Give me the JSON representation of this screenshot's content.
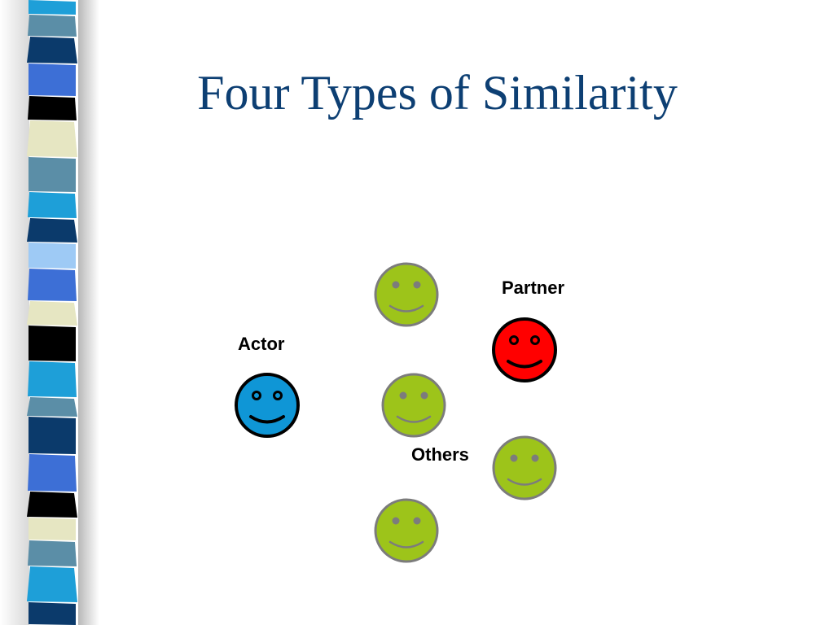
{
  "slide": {
    "title": "Four Types of Similarity"
  },
  "labels": {
    "partner": "Partner",
    "actor": "Actor",
    "others": "Others"
  },
  "faces": [
    {
      "role": "others",
      "color": "#9dc41a",
      "outline": "#7c7c7c",
      "feature": "#7c7c7c"
    },
    {
      "role": "partner",
      "color": "#ff0000",
      "outline": "#000000",
      "feature": "#000000"
    },
    {
      "role": "actor",
      "color": "#0f96d6",
      "outline": "#000000",
      "feature": "#000000"
    },
    {
      "role": "others",
      "color": "#9dc41a",
      "outline": "#7c7c7c",
      "feature": "#7c7c7c"
    },
    {
      "role": "others",
      "color": "#9dc41a",
      "outline": "#7c7c7c",
      "feature": "#7c7c7c"
    },
    {
      "role": "others",
      "color": "#9dc41a",
      "outline": "#7c7c7c",
      "feature": "#7c7c7c"
    }
  ],
  "theme": {
    "stripe_colors": [
      "#1e9fd8",
      "#5b8ea7",
      "#0b3a6b",
      "#3d6fd6",
      "#000000",
      "#e6e6c2",
      "#5b8ea7",
      "#1e9fd8",
      "#0b3a6b",
      "#9ecaf5",
      "#3d6fd6",
      "#e6e6c2",
      "#000000"
    ]
  }
}
